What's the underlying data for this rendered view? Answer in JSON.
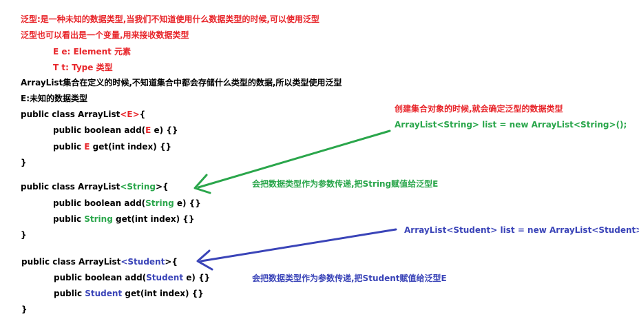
{
  "intro": {
    "line1": "泛型:是一种未知的数据类型,当我们不知道使用什么数据类型的时候,可以使用泛型",
    "line2": "泛型也可以看出是一个变量,用来接收数据类型",
    "line3": "E e: Element 元素",
    "line4": "T t: Type 类型",
    "line5": "ArrayList集合在定义的时候,不知道集合中都会存储什么类型的数据,所以类型使用泛型",
    "line6": "E:未知的数据类型"
  },
  "block_e": {
    "decl_pre": "public class ArrayList",
    "decl_lt": "<",
    "type": "E",
    "decl_gt": ">",
    "decl_brace": "{",
    "add_pre": "public boolean add(",
    "add_post": " e) {}",
    "get_pre": "public ",
    "get_post": " get(int index) {}",
    "close": "}"
  },
  "block_string": {
    "decl_pre": "public class ArrayList",
    "decl_lt": "<",
    "type": "String",
    "decl_gt": ">",
    "decl_brace": "{",
    "add_pre": "public boolean add(",
    "add_post": " e) {}",
    "get_pre": "public ",
    "get_post": " get(int index) {}",
    "close": "}"
  },
  "block_student": {
    "decl_pre": "public class ArrayList",
    "decl_lt": "<",
    "type": "Student",
    "decl_gt": ">",
    "decl_brace": "{",
    "add_pre": "public boolean add(",
    "add_post": " e) {}",
    "get_pre": "public ",
    "get_post": " get(int index) {}",
    "close": "}"
  },
  "annotations": {
    "create_note": "创建集合对象的时候,就会确定泛型的数据类型",
    "string_decl": "ArrayList<String> list = new ArrayList<String>();",
    "string_note": "会把数据类型作为参数传递,把String赋值给泛型E",
    "student_decl": "ArrayList<Student> list = new ArrayList<Student>();",
    "student_note": "会把数据类型作为参数传递,把Student赋值给泛型E"
  },
  "colors": {
    "red": "#e8262b",
    "green": "#2aa64b",
    "blue": "#3a44b8",
    "black": "#000000"
  },
  "icons": [
    "green-arrow-icon",
    "blue-arrow-icon"
  ]
}
